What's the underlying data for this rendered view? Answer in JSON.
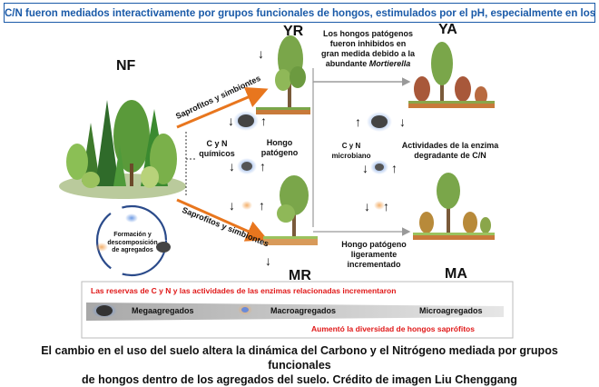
{
  "title": "C/N fueron mediados interactivamente por grupos funcionales de hongos, estimulados por el pH, especialmente en los microagregados",
  "sites": {
    "nf": "NF",
    "yr": "YR",
    "ya": "YA",
    "mr": "MR",
    "ma": "MA"
  },
  "labels": {
    "saprofitos_top": "Saprofitos y simbiontes",
    "saprofitos_bottom": "Saprofitos y simbiontes",
    "cyn_quimicos": "C y N\nquímicos",
    "hongo_patogeno": "Hongo\npatógeno",
    "cyn_microbiano": "C y N\nmicrobiano",
    "enzima": "Actividades de la enzima\ndegradante de C/N",
    "inhibidos_1": "Los hongos patógenos",
    "inhibidos_2": "fueron inhibidos en",
    "inhibidos_3": "gran medida debido a la",
    "inhibidos_4a": "abundante ",
    "inhibidos_4b": "Mortierella",
    "ligeramente": "Hongo patógeno\nligeramente\nincrementado",
    "formacion": "Formación y\ndescomposición\nde agregados"
  },
  "bar": {
    "reservas": "Las reservas de C y N y las actividades de las enzimas relacionadas incrementaron",
    "mega": "Megaagregados",
    "macro": "Macroagregados",
    "micro": "Microagregados",
    "diversidad": "Aumentó la diversidad de hongos saprófitos"
  },
  "caption": {
    "line1": "El cambio en el uso del suelo altera la dinámica del Carbono y el Nitrógeno mediada por grupos funcionales",
    "line2": "de hongos dentro de los agregados del suelo. Crédito de imagen Liu Chenggang"
  },
  "arrows": {
    "down": "↓",
    "up": "↑"
  },
  "colors": {
    "title_blue": "#1a5aa8",
    "red_text": "#e01818",
    "orange_arrow": "#e8761e",
    "bar_gray": "#c8c8c8"
  }
}
